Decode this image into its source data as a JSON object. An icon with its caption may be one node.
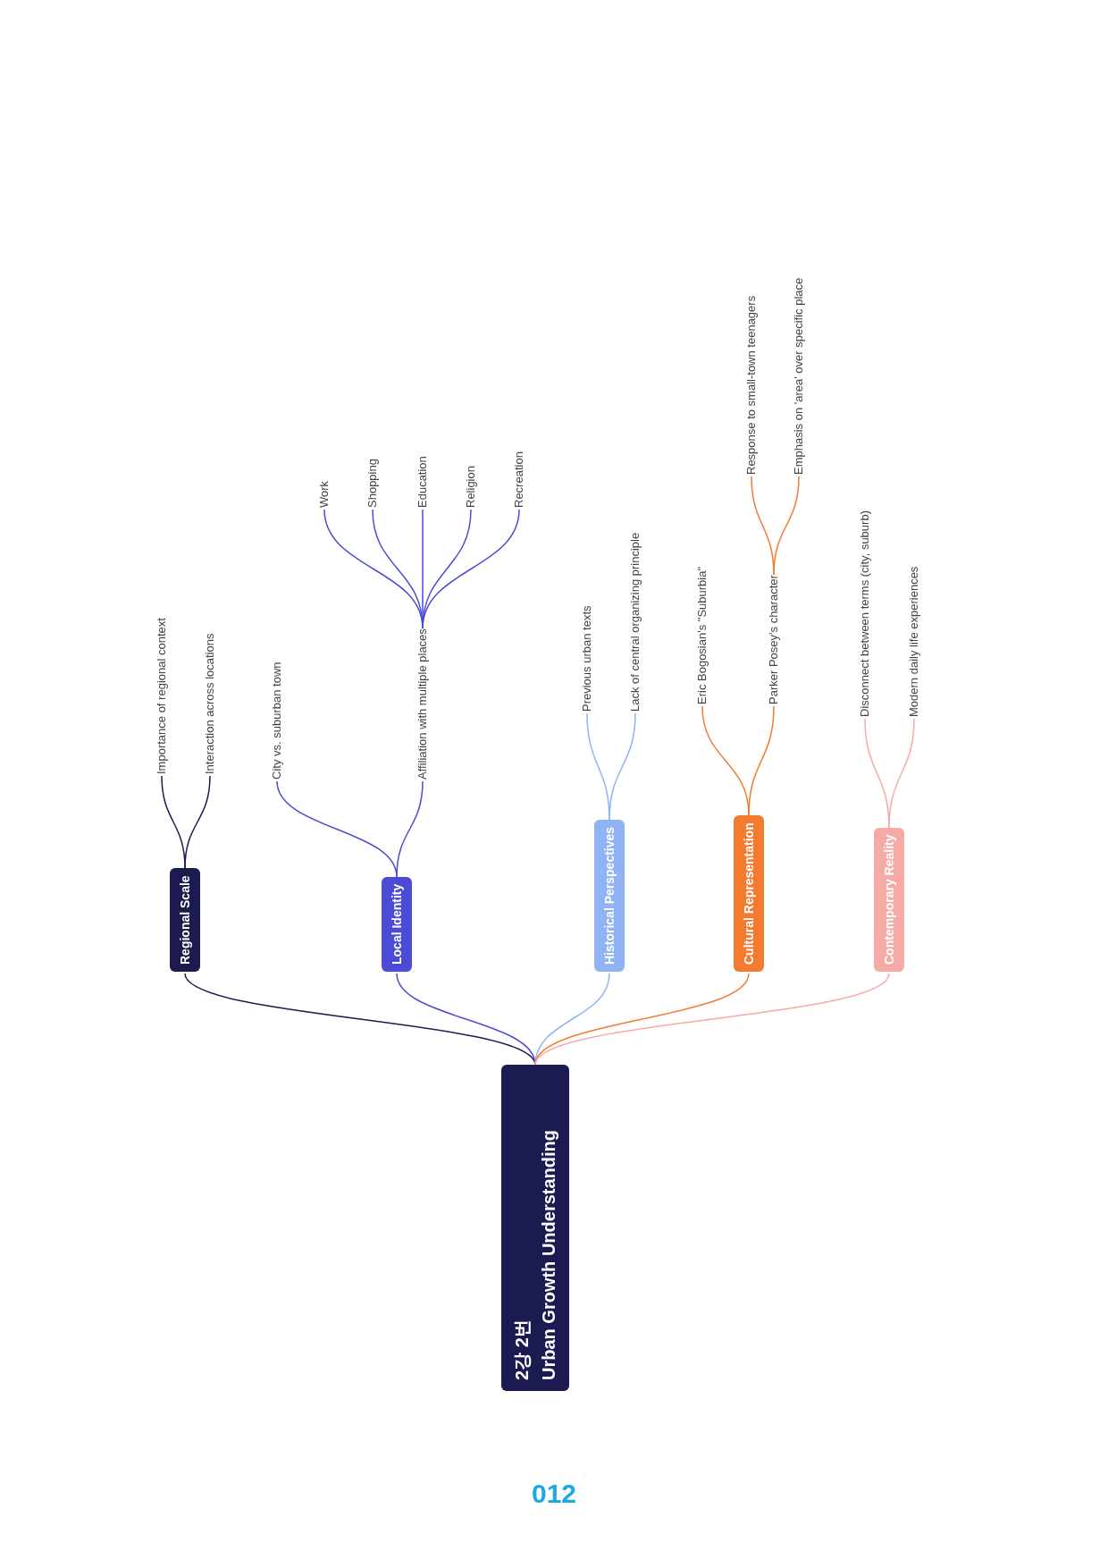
{
  "diagram": {
    "nodes": [
      {
        "text": [
          "2강 2번",
          "Urban Growth Understanding"
        ]
      },
      {
        "text": [
          "Regional Scale"
        ]
      },
      {
        "text": [
          "Importance of regional context"
        ]
      },
      {
        "text": [
          "Interaction across locations"
        ]
      },
      {
        "text": [
          "Local Identity"
        ]
      },
      {
        "text": [
          "City vs. suburban town"
        ]
      },
      {
        "text": [
          "Affiliation with multiple places"
        ]
      },
      {
        "text": [
          "Work"
        ]
      },
      {
        "text": [
          "Shopping"
        ]
      },
      {
        "text": [
          "Education"
        ]
      },
      {
        "text": [
          "Religion"
        ]
      },
      {
        "text": [
          "Recreation"
        ]
      },
      {
        "text": [
          "Historical Perspectives"
        ]
      },
      {
        "text": [
          "Previous urban texts"
        ]
      },
      {
        "text": [
          "Lack of central organizing principle"
        ]
      },
      {
        "text": [
          "Cultural Representation"
        ]
      },
      {
        "text": [
          "Eric Bogosian's \"Suburbia\""
        ]
      },
      {
        "text": [
          "Parker Posey's character"
        ]
      },
      {
        "text": [
          "Response to small-town teenagers"
        ]
      },
      {
        "text": [
          "Emphasis on 'area' over specific place"
        ]
      },
      {
        "text": [
          "Contemporary Reality"
        ]
      },
      {
        "text": [
          "Disconnect between terms (city, suburb)"
        ]
      },
      {
        "text": [
          "Modern daily life experiences"
        ]
      }
    ],
    "edges": [
      {
        "from": 0,
        "to": 1,
        "arrow": "none",
        "color": "#1b1b4f"
      },
      {
        "from": 0,
        "to": 4,
        "arrow": "none",
        "color": "#4b4bd6"
      },
      {
        "from": 0,
        "to": 12,
        "arrow": "none",
        "color": "#8fb3f3"
      },
      {
        "from": 0,
        "to": 15,
        "arrow": "none",
        "color": "#f47a30"
      },
      {
        "from": 0,
        "to": 20,
        "arrow": "none",
        "color": "#f5aaa6"
      },
      {
        "from": 1,
        "to": 2,
        "arrow": "none",
        "color": "#1b1b4f"
      },
      {
        "from": 1,
        "to": 3,
        "arrow": "none",
        "color": "#1b1b4f"
      },
      {
        "from": 4,
        "to": 5,
        "arrow": "none",
        "color": "#4b4bd6"
      },
      {
        "from": 4,
        "to": 6,
        "arrow": "none",
        "color": "#4b4bd6"
      },
      {
        "from": 6,
        "to": 7,
        "arrow": "none",
        "color": "#4b4bd6"
      },
      {
        "from": 6,
        "to": 8,
        "arrow": "none",
        "color": "#4b4bd6"
      },
      {
        "from": 6,
        "to": 9,
        "arrow": "none",
        "color": "#4b4bd6"
      },
      {
        "from": 6,
        "to": 10,
        "arrow": "none",
        "color": "#4b4bd6"
      },
      {
        "from": 6,
        "to": 11,
        "arrow": "none",
        "color": "#4b4bd6"
      },
      {
        "from": 12,
        "to": 13,
        "arrow": "none",
        "color": "#8fb3f3"
      },
      {
        "from": 12,
        "to": 14,
        "arrow": "none",
        "color": "#8fb3f3"
      },
      {
        "from": 15,
        "to": 16,
        "arrow": "none",
        "color": "#f47a30"
      },
      {
        "from": 15,
        "to": 17,
        "arrow": "none",
        "color": "#f47a30"
      },
      {
        "from": 17,
        "to": 18,
        "arrow": "none",
        "color": "#f47a30"
      },
      {
        "from": 17,
        "to": 19,
        "arrow": "none",
        "color": "#f47a30"
      },
      {
        "from": 20,
        "to": 21,
        "arrow": "none",
        "color": "#f5aaa6"
      },
      {
        "from": 20,
        "to": 22,
        "arrow": "none",
        "color": "#f5aaa6"
      }
    ],
    "labels": [
      "012"
    ]
  }
}
